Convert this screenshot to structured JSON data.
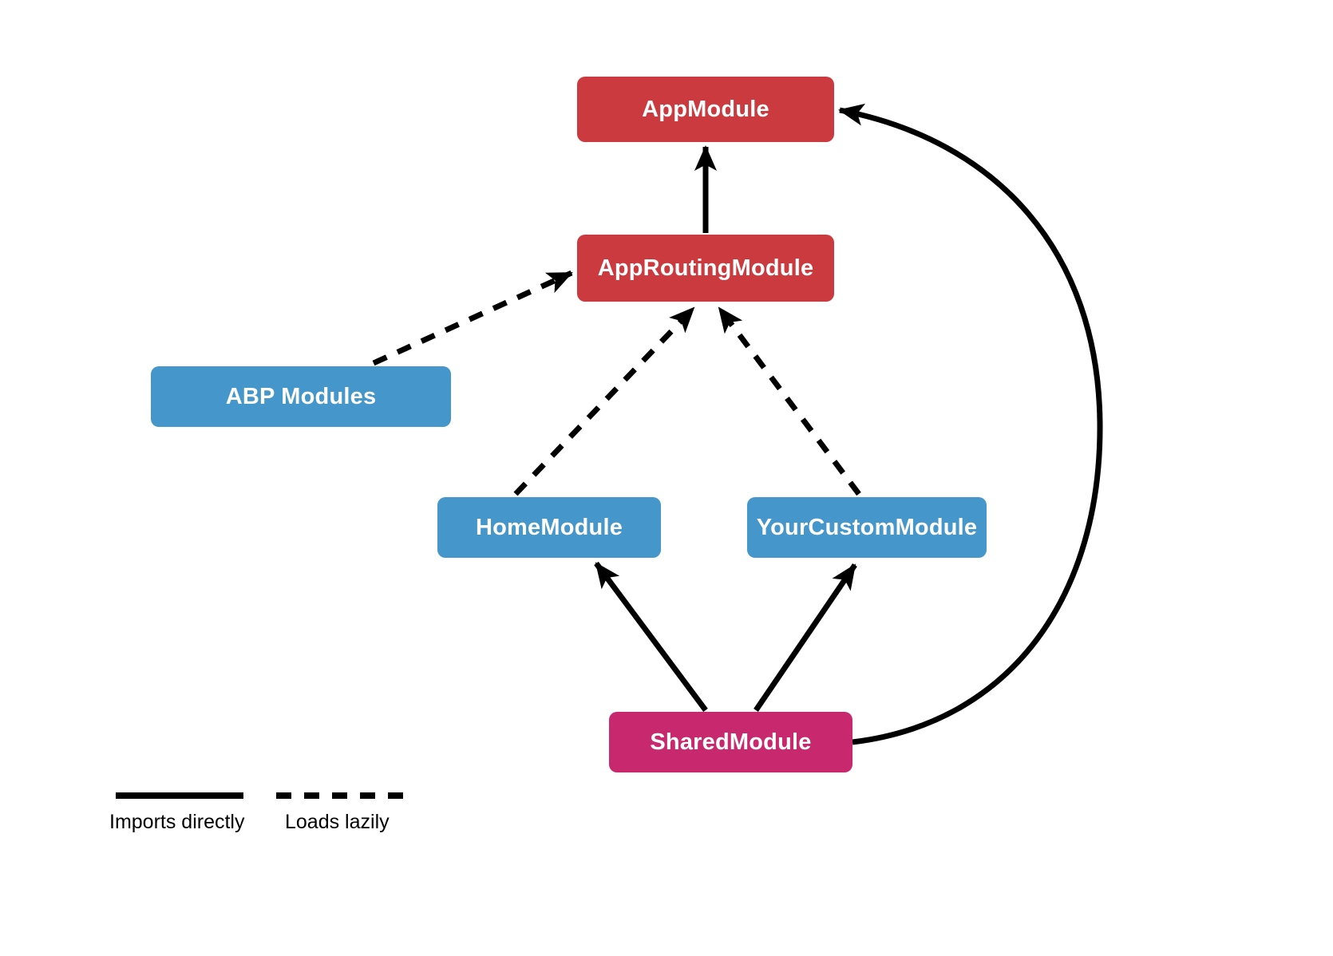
{
  "diagram_type": "module-dependency-diagram",
  "colors": {
    "root_module_box": "#CB3A3E",
    "lazy_module_box": "#4496CB",
    "shared_module_box": "#C8296E",
    "arrow": "#000000",
    "box_text": "#ffffff",
    "background": "#ffffff"
  },
  "nodes": {
    "app_module": {
      "label": "AppModule",
      "color": "#CB3A3E"
    },
    "app_routing_module": {
      "label": "AppRoutingModule",
      "color": "#CB3A3E"
    },
    "abp_modules": {
      "label": "ABP Modules",
      "color": "#4496CB"
    },
    "home_module": {
      "label": "HomeModule",
      "color": "#4496CB"
    },
    "your_custom_module": {
      "label": "YourCustomModule",
      "color": "#4496CB"
    },
    "shared_module": {
      "label": "SharedModule",
      "color": "#C8296E"
    }
  },
  "edges": [
    {
      "from": "app_routing_module",
      "to": "app_module",
      "style": "solid",
      "meaning": "Imports directly"
    },
    {
      "from": "abp_modules",
      "to": "app_routing_module",
      "style": "dashed",
      "meaning": "Loads lazily"
    },
    {
      "from": "home_module",
      "to": "app_routing_module",
      "style": "dashed",
      "meaning": "Loads lazily"
    },
    {
      "from": "your_custom_module",
      "to": "app_routing_module",
      "style": "dashed",
      "meaning": "Loads lazily"
    },
    {
      "from": "shared_module",
      "to": "home_module",
      "style": "solid",
      "meaning": "Imports directly"
    },
    {
      "from": "shared_module",
      "to": "your_custom_module",
      "style": "solid",
      "meaning": "Imports directly"
    },
    {
      "from": "shared_module",
      "to": "app_module",
      "style": "solid",
      "curved": true,
      "meaning": "Imports directly"
    }
  ],
  "legend": {
    "solid_label": "Imports directly",
    "dashed_label": "Loads lazily"
  }
}
